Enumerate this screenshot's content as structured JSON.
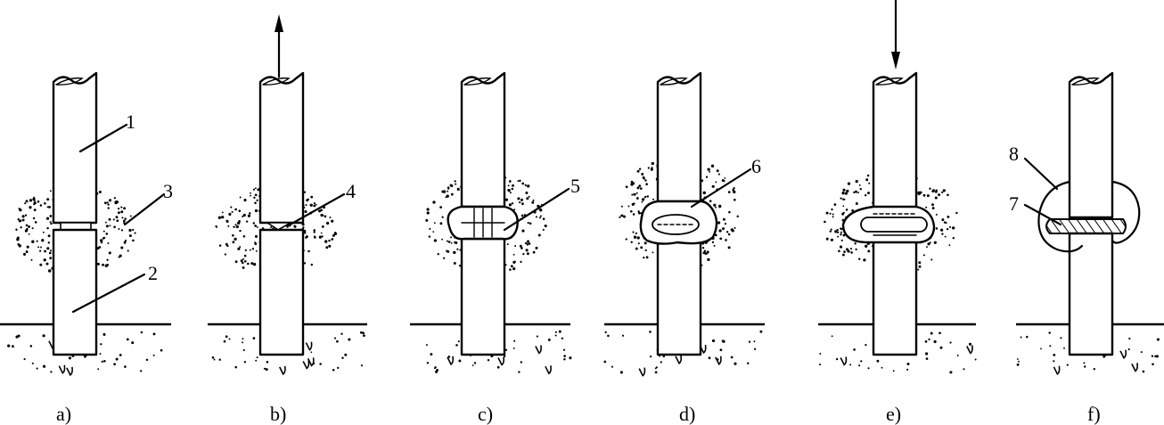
{
  "panels": [
    {
      "id": "a",
      "caption": "a)",
      "labels": [
        "1",
        "2",
        "3"
      ]
    },
    {
      "id": "b",
      "caption": "b)",
      "labels": [
        "4"
      ]
    },
    {
      "id": "c",
      "caption": "c)",
      "labels": [
        "5"
      ]
    },
    {
      "id": "d",
      "caption": "d)",
      "labels": [
        "6"
      ]
    },
    {
      "id": "e",
      "caption": "e)",
      "labels": []
    },
    {
      "id": "f",
      "caption": "f)",
      "labels": [
        "8",
        "7"
      ]
    }
  ]
}
